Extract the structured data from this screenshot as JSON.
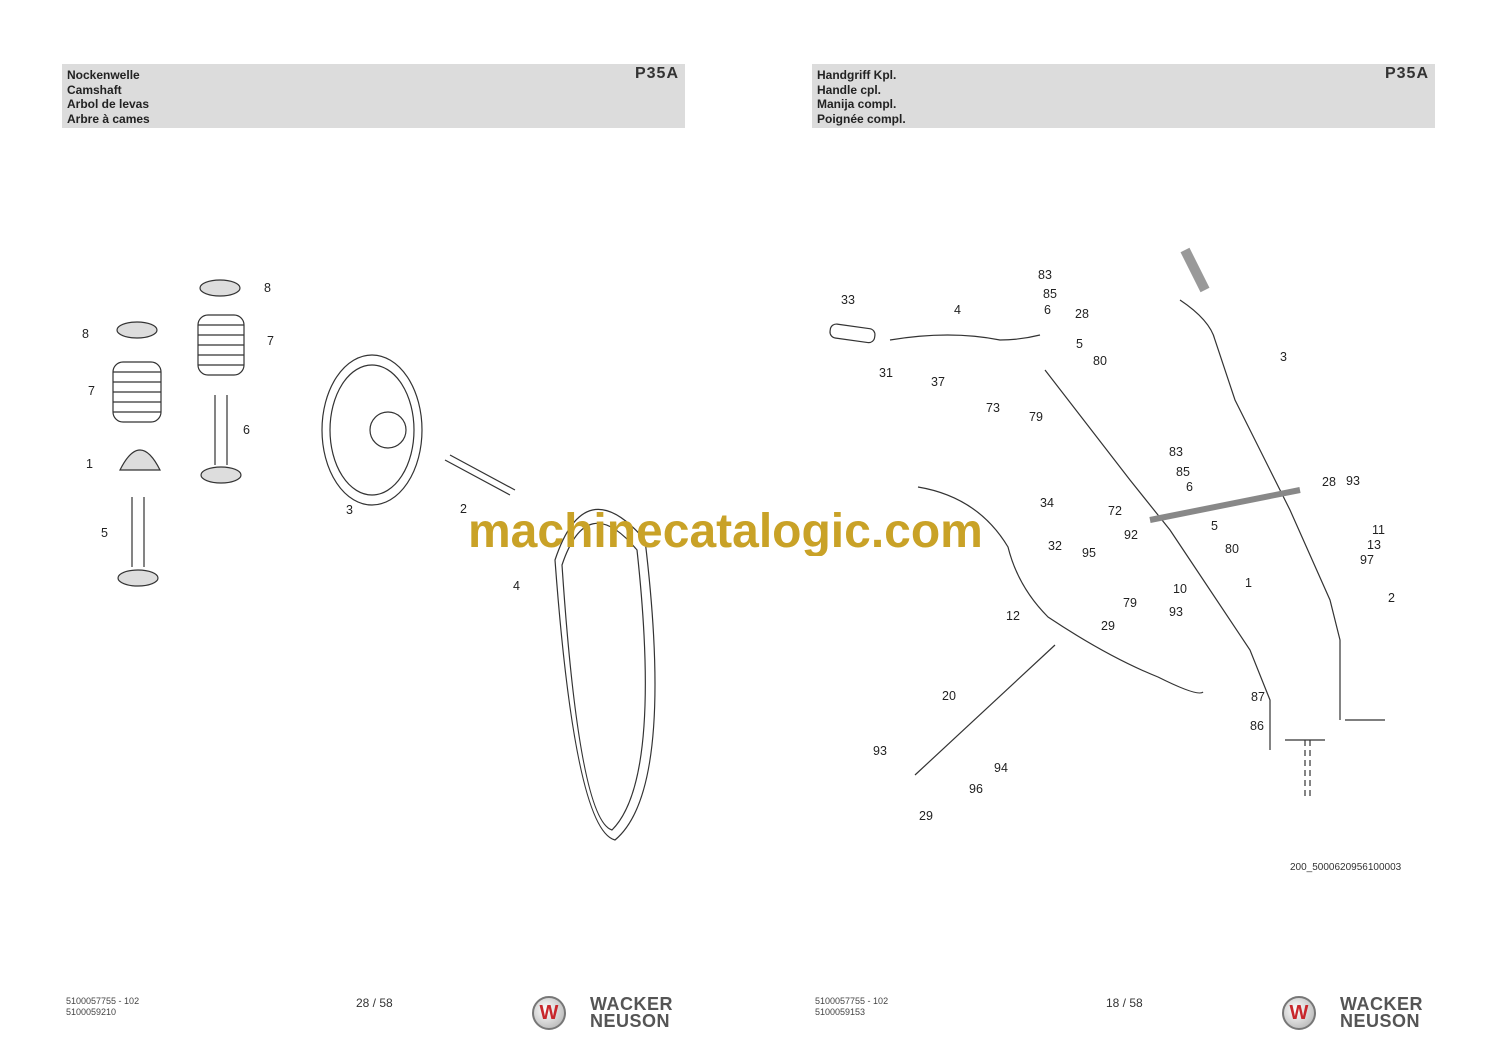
{
  "left_page": {
    "title_lines": [
      "Nockenwelle",
      "Camshaft",
      "Arbol de levas",
      "Arbre à cames"
    ],
    "model": "P35A",
    "callouts": [
      "8",
      "8",
      "7",
      "7",
      "6",
      "1",
      "5",
      "3",
      "2",
      "4"
    ],
    "doc_numbers": [
      "5100057755 - 102",
      "5100059210"
    ],
    "page": "28 / 58",
    "brand": [
      "WACKER",
      "NEUSON"
    ]
  },
  "right_page": {
    "title_lines": [
      "Handgriff Kpl.",
      "Handle cpl.",
      "Manija compl.",
      "Poignée compl."
    ],
    "model": "P35A",
    "callouts": [
      "83",
      "85",
      "6",
      "28",
      "33",
      "4",
      "5",
      "80",
      "31",
      "37",
      "73",
      "79",
      "3",
      "83",
      "85",
      "6",
      "28",
      "93",
      "72",
      "92",
      "5",
      "11",
      "95",
      "80",
      "13",
      "97",
      "10",
      "79",
      "93",
      "1",
      "2",
      "34",
      "32",
      "12",
      "29",
      "20",
      "87",
      "86",
      "93",
      "94",
      "96",
      "29"
    ],
    "drawing_code": "200_5000620956100003",
    "doc_numbers": [
      "5100057755 - 102",
      "5100059153"
    ],
    "page": "18 / 58",
    "brand": [
      "WACKER",
      "NEUSON"
    ]
  },
  "watermark": "machinecatalogic.com"
}
